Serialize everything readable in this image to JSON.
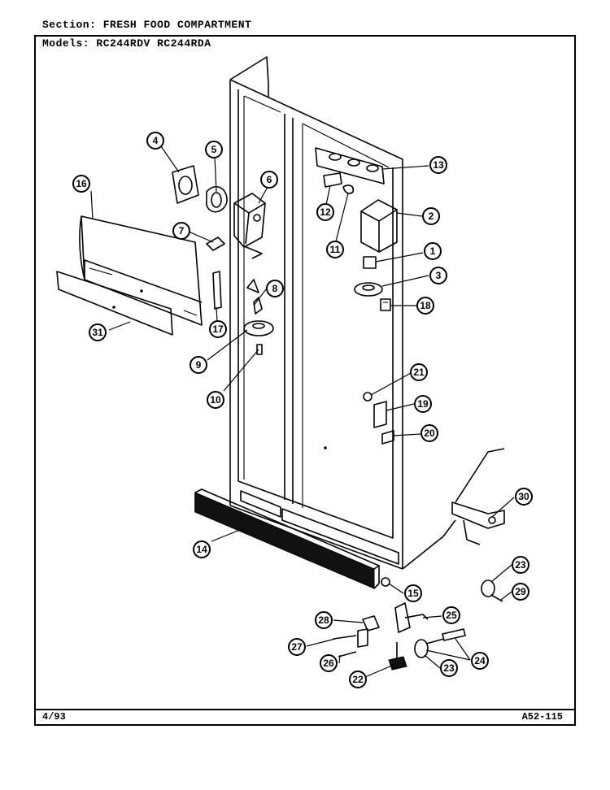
{
  "header": {
    "section": "Section:  FRESH FOOD COMPARTMENT",
    "models": "Models:  RC244RDV RC244RDA"
  },
  "footer": {
    "date": "4/93",
    "code": "A52-115"
  },
  "callouts": [
    {
      "label": "4"
    },
    {
      "label": "5"
    },
    {
      "label": "6"
    },
    {
      "label": "16"
    },
    {
      "label": "7"
    },
    {
      "label": "17"
    },
    {
      "label": "8"
    },
    {
      "label": "31"
    },
    {
      "label": "9"
    },
    {
      "label": "10"
    },
    {
      "label": "13"
    },
    {
      "label": "12"
    },
    {
      "label": "2"
    },
    {
      "label": "11"
    },
    {
      "label": "1"
    },
    {
      "label": "3"
    },
    {
      "label": "18"
    },
    {
      "label": "21"
    },
    {
      "label": "19"
    },
    {
      "label": "20"
    },
    {
      "label": "30"
    },
    {
      "label": "14"
    },
    {
      "label": "15"
    },
    {
      "label": "23"
    },
    {
      "label": "29"
    },
    {
      "label": "28"
    },
    {
      "label": "25"
    },
    {
      "label": "27"
    },
    {
      "label": "26"
    },
    {
      "label": "24"
    },
    {
      "label": "22"
    },
    {
      "label": "23"
    }
  ]
}
